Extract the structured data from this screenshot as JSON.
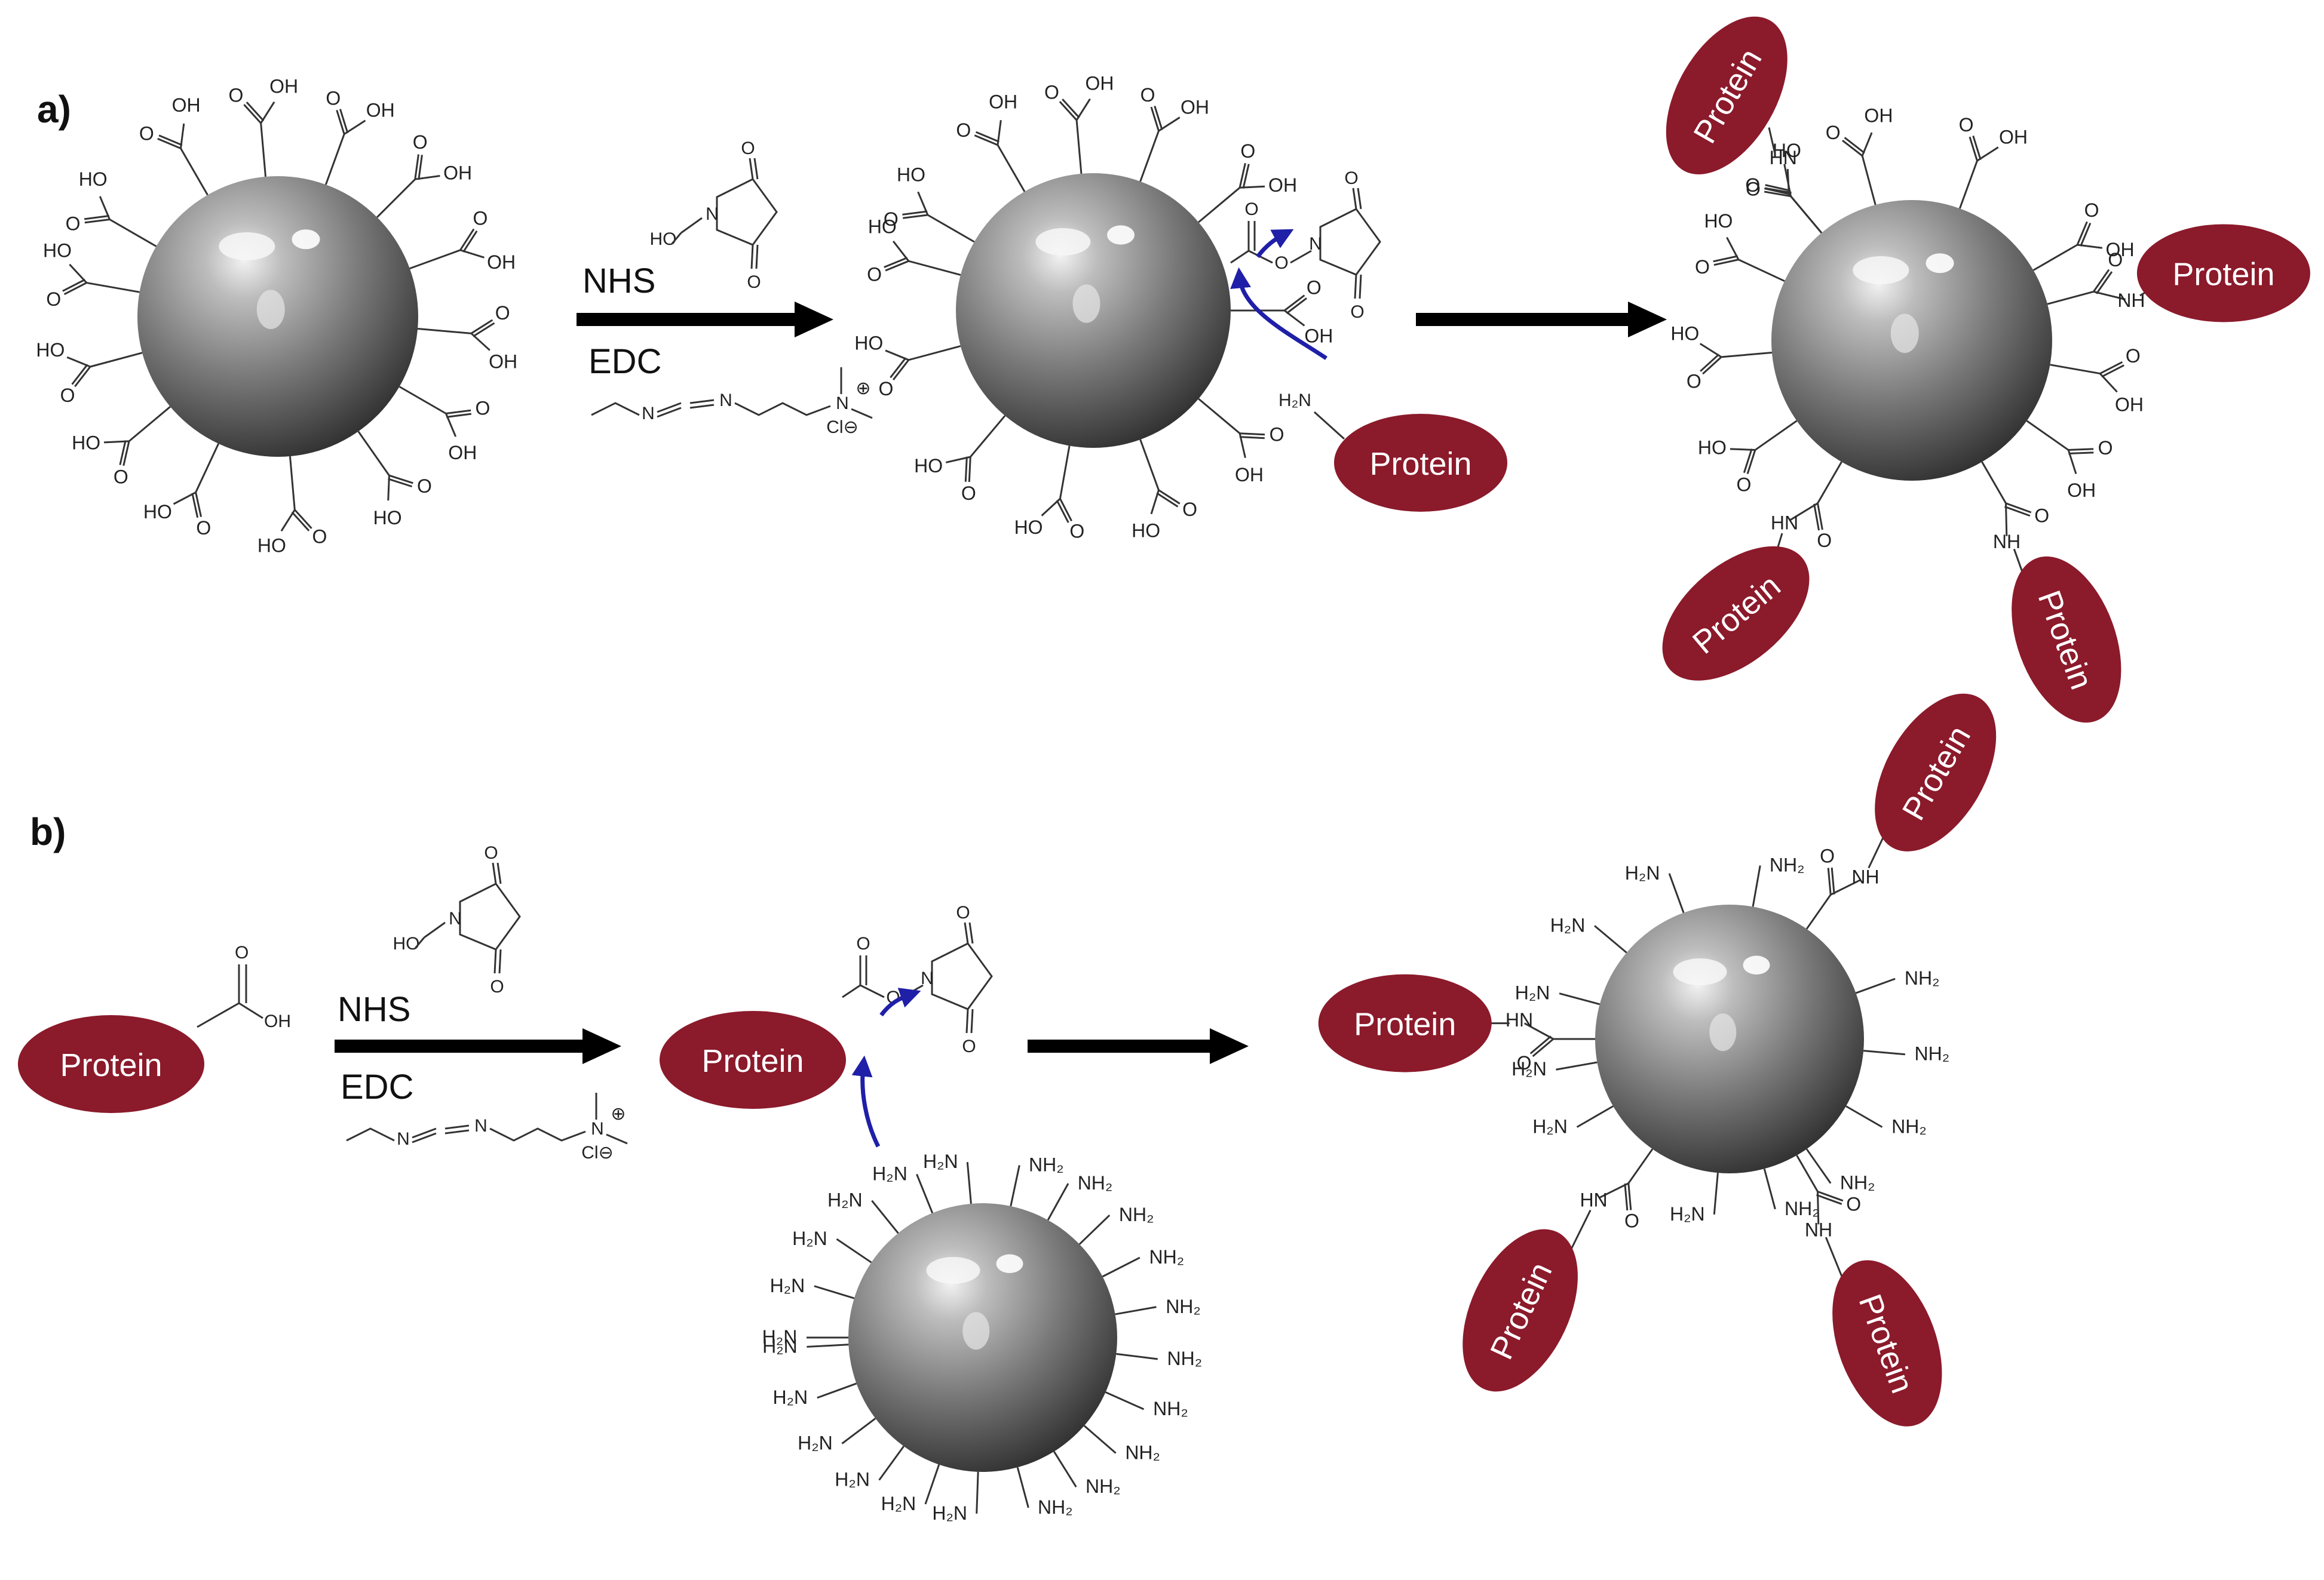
{
  "panels": [
    {
      "label": "a)"
    },
    {
      "label": "b)"
    }
  ],
  "reagents": {
    "nhs": "NHS",
    "edc": "EDC"
  },
  "protein_label": "Protein",
  "groups": {
    "carboxyl_oh": "OH",
    "carboxyl_o": "O",
    "hydroxyl_left": "HO",
    "amine_right": "NH₂",
    "amine_left": "H₂N",
    "amide_nh": "NH",
    "amide_hn": "HN",
    "amide_n": "N",
    "amide_h": "H",
    "nitrogen": "N",
    "oxygen": "O",
    "edc_plus": "⊕",
    "edc_cl": "Cl⊖"
  },
  "colors": {
    "protein_fill": "#8b1a2b",
    "mechanism_arrow": "#1f1fa8",
    "reaction_arrow": "#000000",
    "sphere_light": "#e8e8e8",
    "sphere_dark": "#3a3a3a"
  }
}
